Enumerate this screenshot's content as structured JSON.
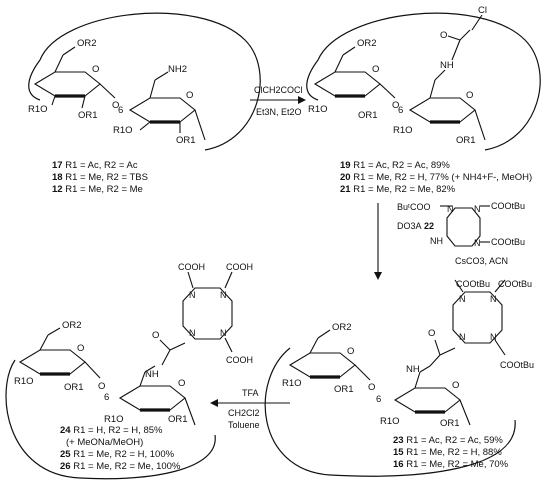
{
  "reagents": {
    "step1_top": "ClCH2COCl",
    "step1_bottom": "Et3N, Et2O",
    "step2_left_top": "BuᵗCOO",
    "step2_dota_label": "DO3A",
    "step2_dota_number": "22",
    "step2_nh": "NH",
    "step2_tbu1": "COOtBu",
    "step2_tbu2": "COOtBu",
    "step2_cond": "CsCO3, ACN",
    "step3_top": "TFA",
    "step3_mid": "CH2Cl2",
    "step3_bottom": "Toluene"
  },
  "compounds_start": [
    {
      "num": "17",
      "text": "R1 = Ac, R2 = Ac"
    },
    {
      "num": "18",
      "text": "R1 = Me, R2 = TBS"
    },
    {
      "num": "12",
      "text": "R1 = Me, R2 = Me"
    }
  ],
  "compounds_chloro": [
    {
      "num": "19",
      "text": "R1 = Ac, R2 = Ac, 89%"
    },
    {
      "num": "20",
      "text": "R1 = Me, R2 = H, 77% (+ NH4+F-, MeOH)"
    },
    {
      "num": "21",
      "text": "R1 = Me, R2 = Me, 82%"
    }
  ],
  "compounds_ester": [
    {
      "num": "23",
      "text": "R1 = Ac, R2 = Ac, 59%"
    },
    {
      "num": "15",
      "text": "R1 = Me, R2 = H, 88%"
    },
    {
      "num": "16",
      "text": "R1 = Me, R2 = Me, 70%"
    }
  ],
  "compounds_acid": [
    {
      "num": "24",
      "text": "R1 = H, R2 = H, 85%"
    },
    {
      "num": "",
      "text": "(+ MeONa/MeOH)"
    },
    {
      "num": "25",
      "text": "R1 = Me, R2 = H, 100%"
    },
    {
      "num": "26",
      "text": "R1 = Me, R2 = Me, 100%"
    }
  ],
  "atoms": {
    "or2": "OR2",
    "or1": "OR1",
    "r1o": "R1O",
    "o": "O",
    "six": "6",
    "nh2": "NH2",
    "nh": "NH",
    "cl": "Cl",
    "n": "N",
    "cooh": "COOH",
    "cootbu": "COOtBu"
  }
}
